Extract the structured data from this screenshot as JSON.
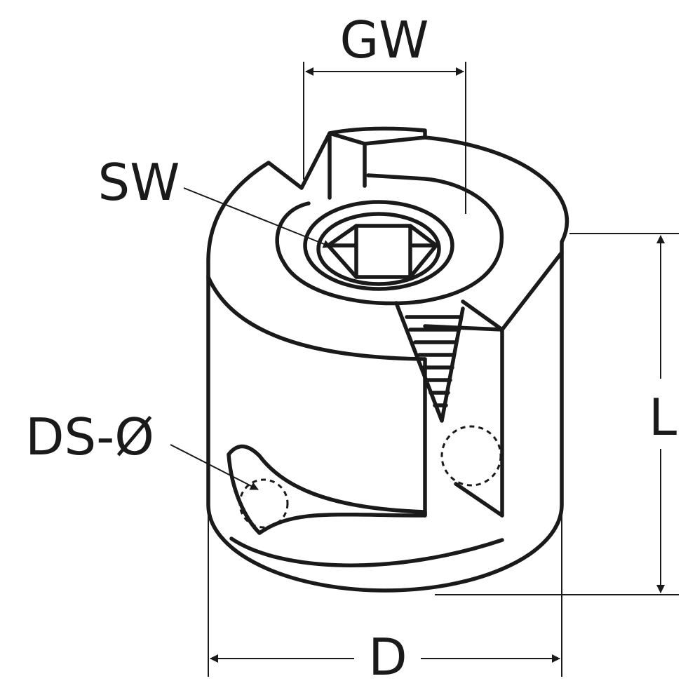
{
  "labels": {
    "gw": "GW",
    "sw": "SW",
    "l": "L",
    "ds": "DS-Ø",
    "d": "D"
  }
}
